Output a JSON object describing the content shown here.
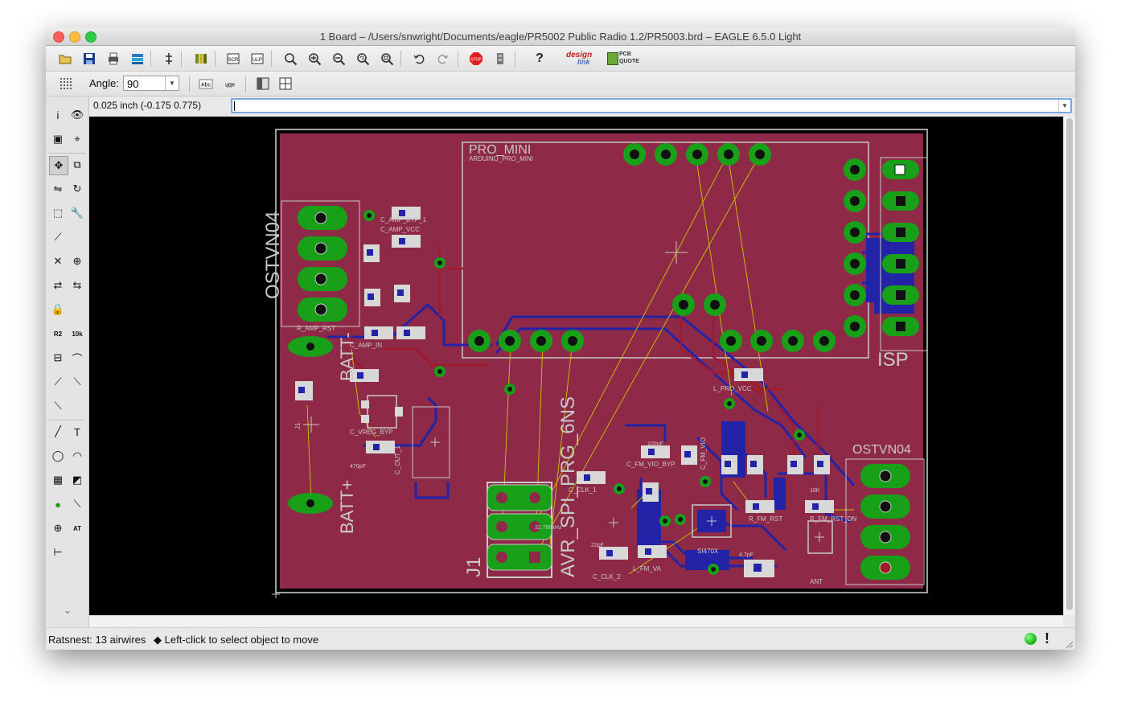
{
  "window": {
    "title": "1 Board – /Users/snwright/Documents/eagle/PR5002 Public Radio 1.2/PR5003.brd – EAGLE 6.5.0 Light"
  },
  "toolbar1": {
    "items": [
      "open-icon",
      "save-icon",
      "print-icon",
      "cam-icon",
      "switch-to-schematic-icon",
      "library-icon",
      "script-icon",
      "ulp-icon",
      "zoom-fit-icon",
      "zoom-in-icon",
      "zoom-out-icon",
      "zoom-redraw-icon",
      "zoom-select-icon",
      "undo-icon",
      "redo-icon",
      "stop-icon",
      "go-icon",
      "help-icon"
    ],
    "designlink_label": "design",
    "designlink_label2": "link",
    "pcbquote_label": "PCB",
    "pcbquote_label2": "QUOTE"
  },
  "toolbar2": {
    "angle_label": "Angle:",
    "angle_value": "90"
  },
  "command": {
    "coordinates": "0.025 inch (-0.175 0.775)",
    "input_value": ""
  },
  "lefttools": [
    "info",
    "show",
    "display",
    "mark",
    "move",
    "copy",
    "mirror",
    "rotate",
    "group",
    "change",
    "optimize",
    "delete",
    "add",
    "pinswap",
    "replace",
    "lock",
    "name",
    "value",
    "smash",
    "miter",
    "split",
    "ripup",
    "wire",
    "text",
    "circle",
    "arc",
    "rect",
    "polygon",
    "via",
    "signal",
    "hole",
    "attribute",
    "dimension"
  ],
  "board": {
    "labels": {
      "pro_mini": "PRO_MINI",
      "arduino_pro_mini": "ARDUINO_PRO_MINI",
      "ostvn04_left": "OSTVN04",
      "ostvn04_right": "OSTVN04",
      "isp": "ISP",
      "batt_minus": "BATT-",
      "batt_plus": "BATT+",
      "avr_spi": "AVR_SPI_PRG_6NS",
      "j1": "J1",
      "j1_ref": "J1",
      "l_pro_vcc": "L_PRO_VCC",
      "c_amp_byp": "C_AMP_BYP_1",
      "c_amp_vcc": "C_AMP_VCC",
      "c_amp_in": "C_AMP_IN",
      "r_amp_rst": "R_AMP_RST",
      "c_vreg_byp": "C_VREG_BYP",
      "r_fm_rst": "R_FM_RST",
      "c_clk_1": "C_CLK_1",
      "c_clk_2": "C_CLK_2",
      "l_fm_va": "L_FM_VA",
      "si470x": "SI470X",
      "ant": "ANT",
      "r_fm_rst_dn": "R_FM_RST_DN",
      "fmhz": "32.768kHz",
      "c_fm_vio_byp": "C_FM_VIO_BYP",
      "c_fm_vio": "C_FM_VIO",
      "c_out": "C_OUT_1",
      "val_100n": "100nF",
      "val_10k": "10K",
      "val_22pf": "22pF",
      "val_4p7": "4.7pF",
      "val_470p": "470pF"
    }
  },
  "status": {
    "ratsnest": "Ratsnest: 13 airwires",
    "hint": "◆ Left-click to select object to move"
  },
  "colors": {
    "board_fill": "#8e2a48",
    "bottom_trace": "#2323a8",
    "top_trace": "#a11a2a",
    "pad": "#18a018",
    "outline": "#c8c8c8",
    "airwire": "#c8c800",
    "background": "#000000"
  }
}
